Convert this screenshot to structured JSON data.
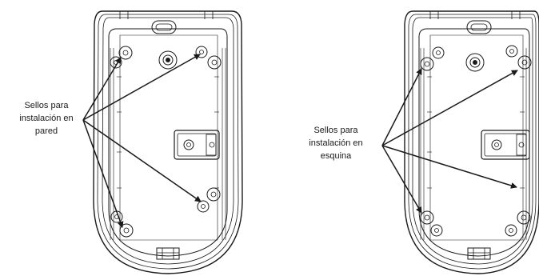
{
  "callouts": {
    "wall": {
      "line1": "Sellos para",
      "line2": "instalación en",
      "line3": "pared"
    },
    "corner": {
      "line1": "Sellos para",
      "line2": "instalación en",
      "line3": "esquina"
    }
  },
  "colors": {
    "line": "#1a1a1a",
    "housing_fill": "#ffffff",
    "inner_shade": "#f2f2f2"
  }
}
